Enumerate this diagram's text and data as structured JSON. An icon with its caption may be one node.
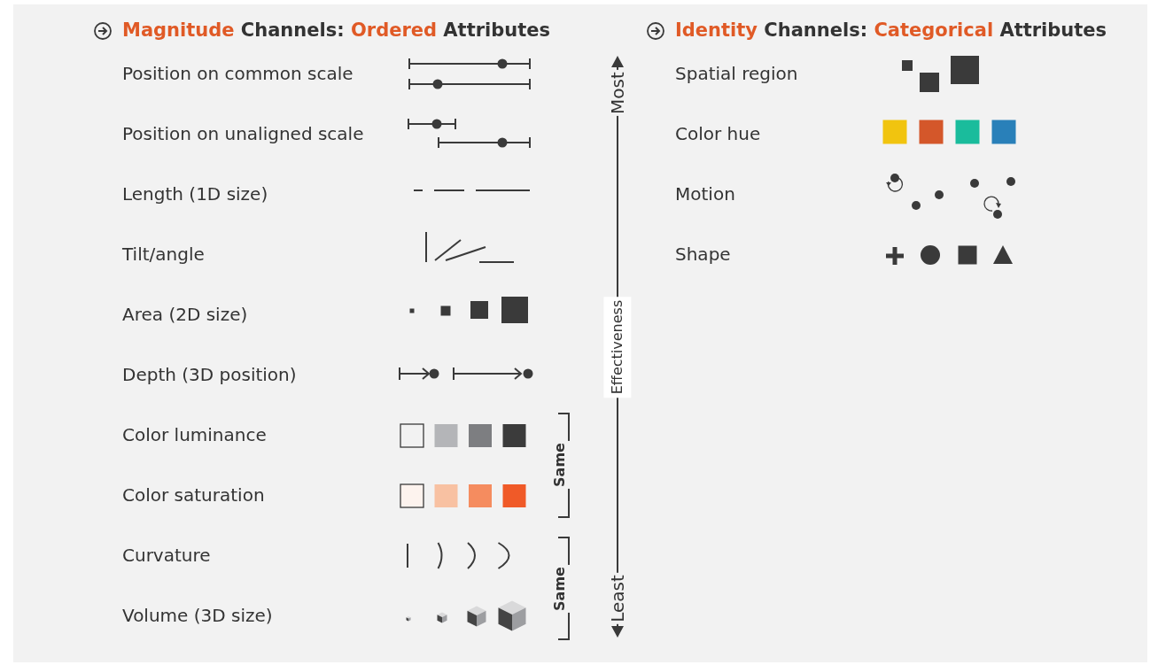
{
  "diagram": {
    "labels": [
      "*Magnitude* Channels: *Ordered* Attributes",
      "Position on common scale",
      "Position on unaligned scale",
      "Length (1D size)",
      "Tilt/angle",
      "Area (2D size)",
      "Depth (3D position)",
      "Color luminance",
      "Color saturation",
      "Curvature",
      "Volume (3D size)",
      "Most",
      "Effectiveness",
      "Least",
      "Same",
      "Same",
      "*Identity* Channels: *Categorical* Attributes",
      "Spatial region",
      "Color hue",
      "Motion",
      "Shape"
    ]
  }
}
